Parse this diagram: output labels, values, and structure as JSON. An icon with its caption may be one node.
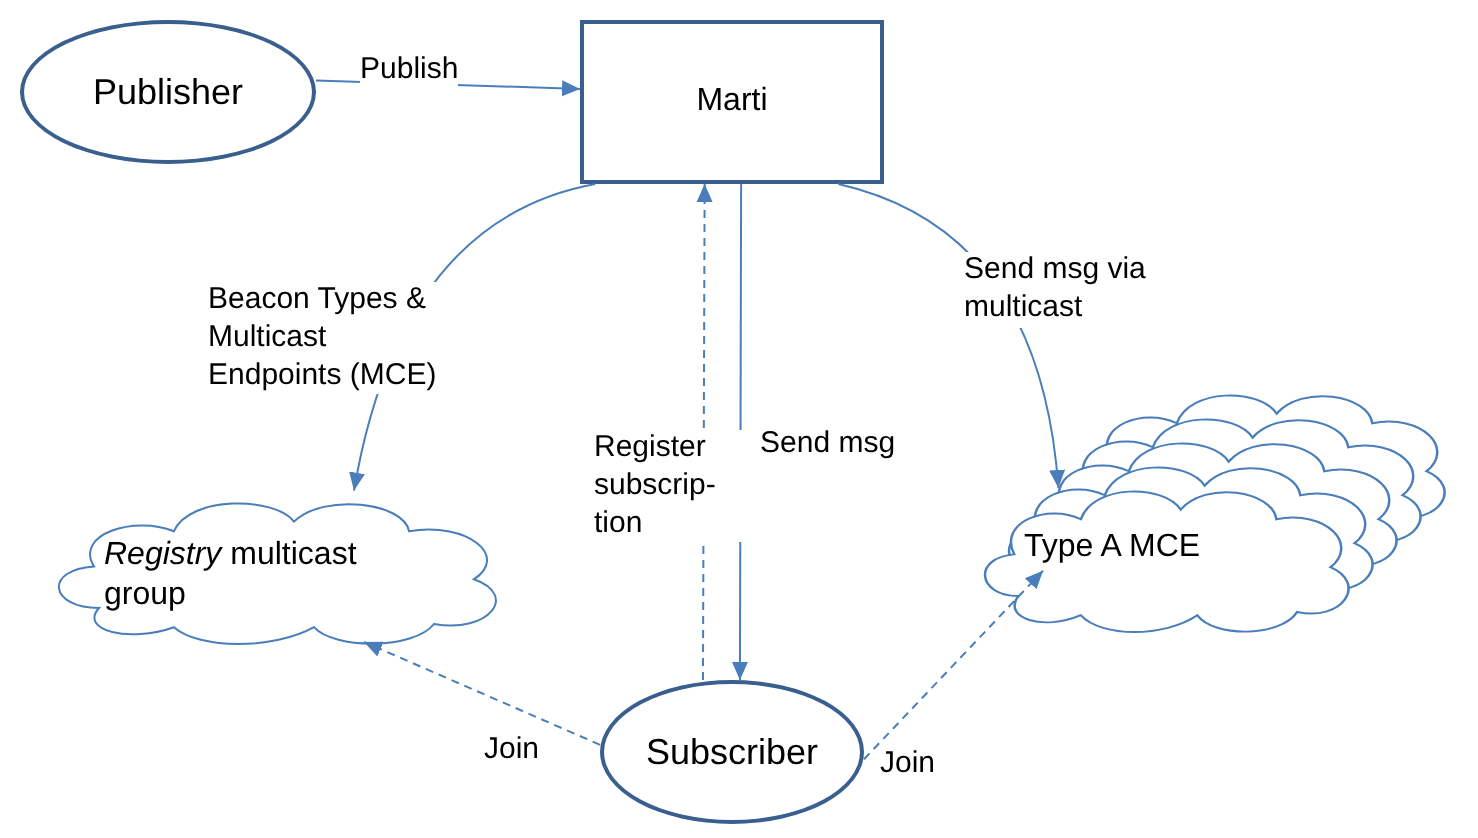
{
  "diagram": {
    "nodes": [
      {
        "text": [
          "Publisher"
        ]
      },
      {
        "text": [
          "Marti"
        ]
      },
      {
        "text": [
          "*Registry* multicast group"
        ]
      },
      {
        "text": [
          "Type A MCE"
        ]
      },
      {
        "text": [
          "Subscriber"
        ]
      }
    ],
    "edges": [
      {
        "from": 0,
        "to": 1,
        "arrow": "to",
        "label": "Publish"
      },
      {
        "from": 1,
        "to": 2,
        "arrow": "to",
        "label": "Beacon Types & Multicast Endpoints (MCE)"
      },
      {
        "from": 4,
        "to": 1,
        "arrow": "to",
        "style": "dashed",
        "label": "Register subscrip-tion"
      },
      {
        "from": 1,
        "to": 4,
        "arrow": "to",
        "label": "Send msg"
      },
      {
        "from": 1,
        "to": 3,
        "arrow": "to",
        "label": "Send msg via multicast"
      },
      {
        "from": 4,
        "to": 2,
        "arrow": "to",
        "style": "dashed",
        "label": "Join"
      },
      {
        "from": 4,
        "to": 3,
        "arrow": "to",
        "style": "dashed",
        "label": "Join"
      }
    ]
  }
}
